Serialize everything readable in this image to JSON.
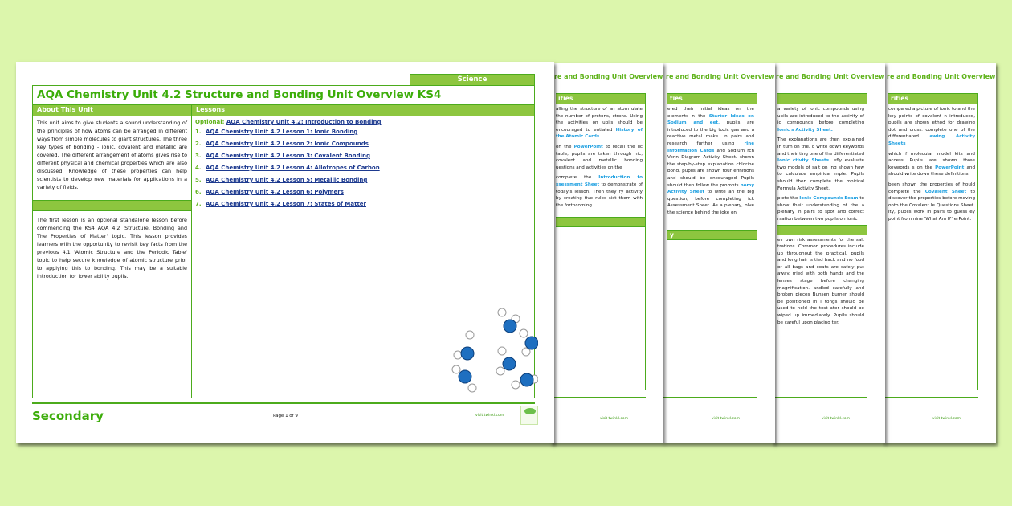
{
  "main": {
    "tag": "Science",
    "title": "AQA Chemistry Unit 4.2 Structure and Bonding Unit Overview KS4",
    "about_header": "About This Unit",
    "about_text": "This unit aims to give students a sound understanding of the principles of how atoms can be arranged in different ways from simple molecules to giant structures. The three key types of bonding - ionic, covalent and metallic are covered. The different arrangement of atoms gives rise to different physical and chemical properties which are also discussed. Knowledge of these properties can help scientists to develop new materials for applications in a variety of fields.",
    "intro_text": "The first lesson is an optional standalone lesson before commencing the KS4 AQA 4.2 'Structure, Bonding and The Properties of Matter' topic. This lesson provides learners with the opportunity to revisit key facts from the previous 4.1 'Atomic Structure and the Periodic Table' topic to help secure knowledge of atomic structure prior to applying this to bonding. This may be a suitable introduction for lower ability pupils.",
    "lessons_header": "Lessons",
    "optional_label": "Optional:",
    "optional_link": "AQA Chemistry Unit 4.2: Introduction to Bonding",
    "lessons": [
      {
        "n": "1.",
        "t": "AQA Chemistry Unit 4.2 Lesson 1: Ionic Bonding"
      },
      {
        "n": "2.",
        "t": "AQA Chemistry Unit 4.2 Lesson 2: Ionic Compounds"
      },
      {
        "n": "3.",
        "t": "AQA Chemistry Unit 4.2 Lesson 3: Covalent Bonding"
      },
      {
        "n": "4.",
        "t": "AQA Chemistry Unit 4.2 Lesson 4: Allotropes of Carbon"
      },
      {
        "n": "5.",
        "t": "AQA Chemistry Unit 4.2 Lesson 5: Metallic Bonding"
      },
      {
        "n": "6.",
        "t": "AQA Chemistry Unit 4.2 Lesson 6: Polymers"
      },
      {
        "n": "7.",
        "t": "AQA Chemistry Unit 4.2 Lesson 7: States of Matter"
      }
    ],
    "footer_level": "Secondary",
    "page_number": "Page 1 of 9",
    "site": "visit twinkl.com"
  },
  "back_pages": [
    {
      "title": "re and Bonding Unit Overview",
      "header": "ities",
      "header2": "",
      "p1": "alling the structure of an atom ulate the number of protons, ctrons. Using the activities on upils should be encouraged to entiated",
      "l1": "History of the Atomic Cards.",
      "p2": "on the",
      "l2": "PowerPoint",
      "p2b": "to recall the lic table, pupils are taken through nic, covalent and metallic bonding uestions and activities on the",
      "p3": "complete the",
      "l3": "Introduction to ssessment Sheet",
      "p3b": "to demonstrate of today's lesson. Then they ry activity by creating five rules sist them with the forthcoming"
    },
    {
      "title": "re and Bonding Unit Overview",
      "header": "ties",
      "header2": "y",
      "p1": "ered their initial ideas on the elements n the",
      "l1": "Starter Ideas on Sodium and eet,",
      "p2": "pupils are introduced to the big toxic gas and a reactive metal make. In pairs and research further using",
      "l2": "rine Information Cards",
      "p2b": "and Sodium rch Venn Diagram Activity Sheet. shown the step-by-step explanation chlorine bond, pupils are shown four efinitions and should be encouraged Pupils should then follow the prompts",
      "p3": "",
      "l3": "nomy Activity Sheet",
      "p3b": "to write an the big question, before completing ick Assessment Sheet. As a plenary, olve the science behind the joke on"
    },
    {
      "title": "re and Bonding Unit Overview",
      "header": "",
      "header2": "",
      "p1": "a variety of ionic compounds using upils are introduced to the activity of ic compounds before completing",
      "l1": "Ionic s Activity Sheet.",
      "p2": "The explanations are then explained in turn on the. o write down keywords and their ting one of the differentiated",
      "l2": "Ionic ctivity Sheets.",
      "p2b": "efly evaluate two models of salt on ing shown how to calculate empirical mple. Pupils should then complete the mpirical Formula Activity Sheet.",
      "p3": "plete the",
      "l3": "Ionic Compounds Exam",
      "p3b": "to show their understanding of the a plenary in pairs to spot and correct rsation between two pupils on ionic",
      "p4": "eir own risk assessments for the salt trations. Common procedures include up throughout the practical, pupils and long hair is tied back and no food or all bags and coats are safely put away. rried with both hands and the lenses stage before changing magnification. andled carefully and broken pieces Bunsen burner should be positioned in l tongs should be used to hold the test ater should be wiped up immediately. Pupils should be careful upon placing ter."
    },
    {
      "title": "re and Bonding Unit Overview",
      "header": "rities",
      "header2": "",
      "p1": "compared a picture of ionic to and the key points of covalent n introduced, pupils are shown ethod for drawing dot and cross. complete one of the differentiated",
      "l1": "awing Activity Sheets",
      "p2": "which f molecular model kits and access Pupils are shown three keywords s on the",
      "l2": "PowerPoint",
      "p2b": "and should write down these definitions.",
      "p3": "been shown the properties of hould complete the",
      "l3": "Covalent Sheet",
      "p3b": "to discover the properties before moving onto the Covalent le Questions Sheet. ity, pupils work in pairs to guess ey point from nine 'What Am I?' erPoint."
    }
  ],
  "colors": {
    "background": "#dcf6ac",
    "green_bar": "#8dc63f",
    "green_border": "#4cab1c",
    "title_green": "#3cad0a",
    "link": "#1d3a8f"
  }
}
